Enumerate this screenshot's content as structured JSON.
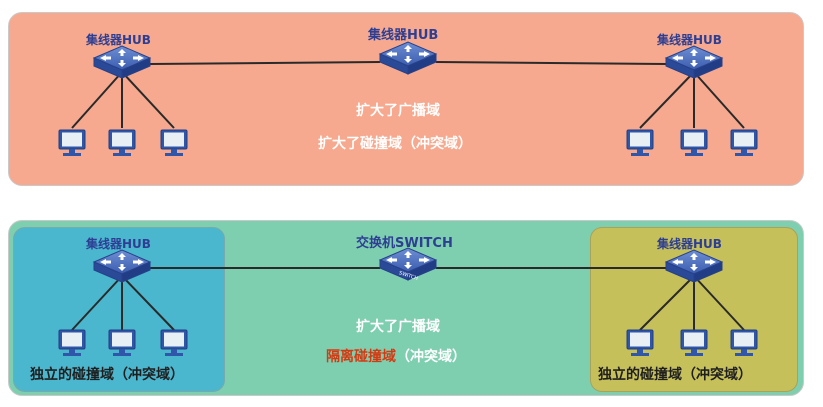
{
  "colors": {
    "hub_panel": "#f6a98e",
    "switch_panel": "#7ecfb0",
    "collision_left": "#4ab7cf",
    "collision_right": "#c6c05a",
    "device_blue": "#2f56a8",
    "label_blue": "#2e3f93",
    "highlight_red": "#d43a12"
  },
  "top": {
    "left_hub_label": "集线器HUB",
    "center_hub_label": "集线器HUB",
    "right_hub_label": "集线器HUB",
    "line1": "扩大了广播域",
    "line2": "扩大了碰撞域（冲突域）"
  },
  "bottom": {
    "left_hub_label": "集线器HUB",
    "center_label": "交换机SWITCH",
    "switch_badge": "SWITCH",
    "right_hub_label": "集线器HUB",
    "line1": "扩大了广播域",
    "line2_highlight": "隔离碰撞域",
    "line2_rest": "（冲突域）",
    "left_zone_label": "独立的碰撞域（冲突域）",
    "right_zone_label": "独立的碰撞域（冲突域）"
  },
  "icons": [
    "hub-icon",
    "switch-icon",
    "computer-icon"
  ]
}
